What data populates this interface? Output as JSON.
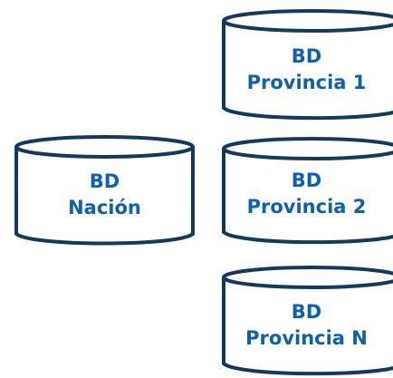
{
  "colors": {
    "stroke": "#14385e",
    "text": "#0c61b0",
    "fill": "#ffffff"
  },
  "databases": [
    {
      "line1": "BD",
      "line2": "Nación"
    },
    {
      "line1": "BD",
      "line2": "Provincia 1"
    },
    {
      "line1": "BD",
      "line2": "Provincia 2"
    },
    {
      "line1": "BD",
      "line2": "Provincia N"
    }
  ]
}
